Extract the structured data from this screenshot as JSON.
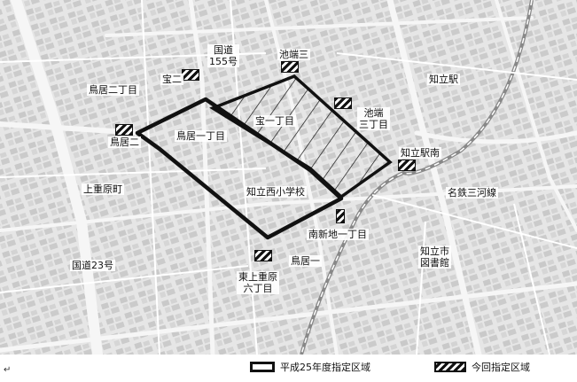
{
  "labels": {
    "torii_2chome": "鳥居二丁目",
    "takara2": "宝二",
    "kokudo155": "国道\n155号",
    "ikebata3": "池端三",
    "chiryu_station": "知立駅",
    "ikebata_3chome": "池端\n三丁目",
    "torii2": "鳥居二",
    "torii_1chome": "鳥居一丁目",
    "takara_1chome": "宝一丁目",
    "chiryu_eki_minami": "知立駅南",
    "kami_shigehara": "上重原町",
    "chiryu_nishi_school": "知立西小学校",
    "meitetsu_nigawa": "名鉄三河線",
    "minami_shinchi": "南新地一丁目",
    "kokudo23": "国道23号",
    "torii1": "鳥居一",
    "higashi_kami_shigehara": "東上重原\n六丁目",
    "library": "知立市\n図書館"
  },
  "legend": {
    "h25_label": "平成25年度指定区域",
    "current_label": "今回指定区域"
  },
  "colors": {
    "boundary": "#111111",
    "hatch": "#111111",
    "road": "#f4f4f4",
    "block": "#d0d0d0"
  }
}
